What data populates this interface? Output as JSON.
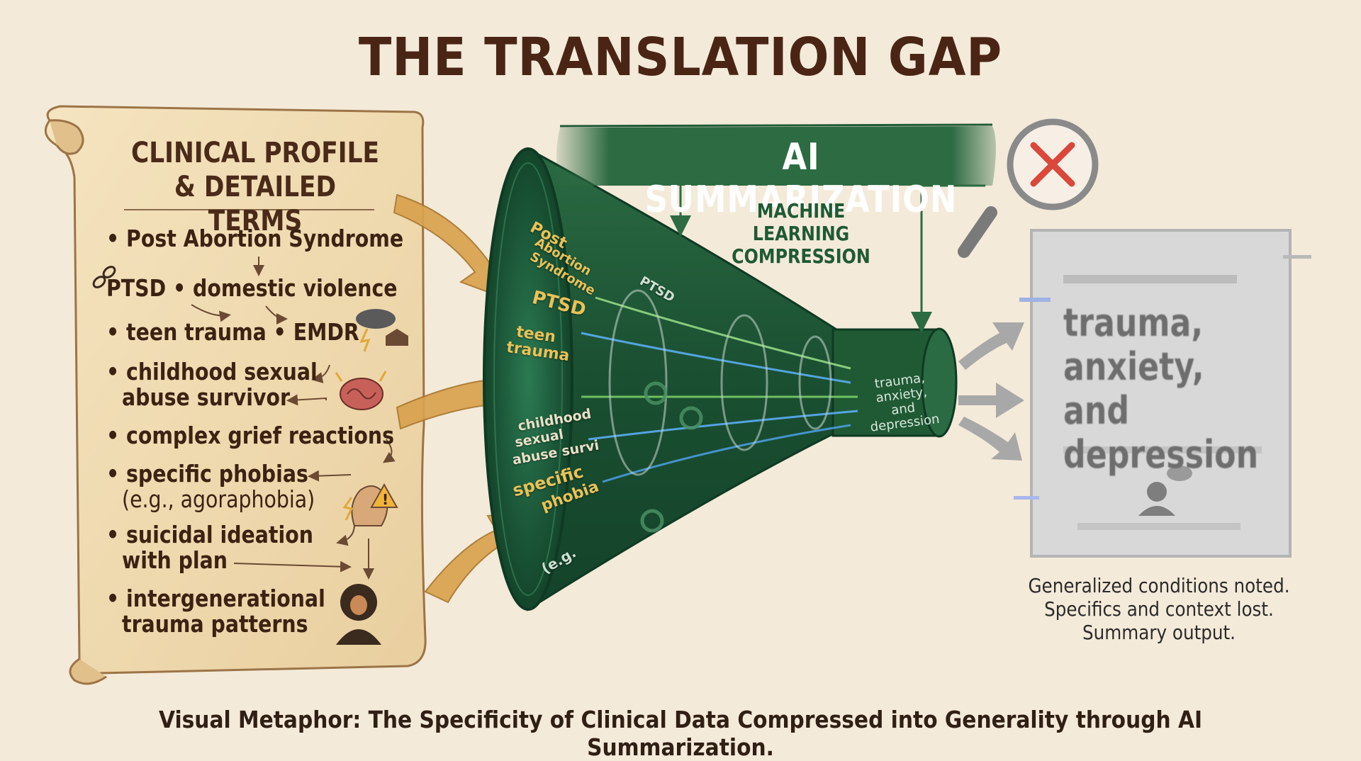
{
  "title": "THE TRANSLATION GAP",
  "scroll": {
    "heading_line1": "CLINICAL PROFILE",
    "heading_line2": "& DETAILED TERMS",
    "terms": [
      {
        "text": "• Post Abortion Syndrome"
      },
      {
        "text": "PTSD • domestic violence"
      },
      {
        "text": "• teen trauma • EMDR"
      },
      {
        "text": "• childhood sexual",
        "cont": "abuse survivor"
      },
      {
        "text": "• complex grief reactions"
      },
      {
        "text": "• specific phobias",
        "cont": "(e.g., agoraphobia)"
      },
      {
        "text": "• suicidal ideation",
        "cont": "with plan"
      },
      {
        "text": "• intergenerational",
        "cont": "trauma patterns"
      }
    ]
  },
  "funnel": {
    "banner": "AI SUMMARIZATION",
    "ml_line1": "MACHINE LEARNING",
    "ml_line2": "COMPRESSION",
    "inside_words": {
      "post": "Post",
      "abortion": "Abortion",
      "syndrome": "Syndrome",
      "ptsd": "PTSD",
      "teen": "teen",
      "trauma": "trauma",
      "childhood": "childhood",
      "sexual": "sexual",
      "abuse": "abuse survi",
      "specific": "specific",
      "phobia": "phobia",
      "eg": "(e.g.",
      "ptsd_inner": "PTSD"
    },
    "output_line1": "trauma,",
    "output_line2": "anxiety,",
    "output_line3": "and",
    "output_line4": "depression"
  },
  "output_doc": {
    "line1": "trauma,",
    "line2": "anxiety, and",
    "line3": "depression"
  },
  "output_note": {
    "line1": "Generalized conditions noted.",
    "line2": "Specifics and context lost.",
    "line3": "Summary output."
  },
  "caption": "Visual Metaphor: The Specificity of Clinical Data Compressed into Generality through AI Summarization.",
  "colors": {
    "background": "#f4ead9",
    "parchment": "#f1ddb4",
    "funnel_green": "#1f5a34",
    "banner_green": "#2d6b43",
    "arrow_gold": "#d9a24f",
    "title_brown": "#4a2515",
    "reject_red": "#d9483b"
  }
}
